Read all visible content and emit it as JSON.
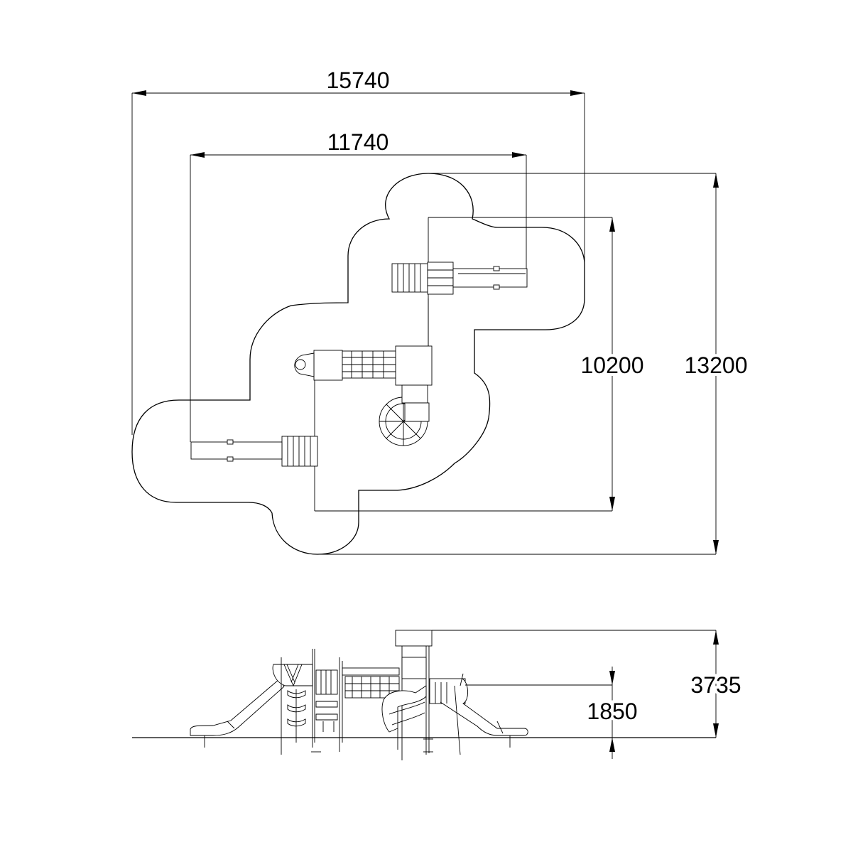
{
  "dimensions": {
    "plan_total_width": "15740",
    "plan_inner_width": "11740",
    "plan_inner_depth": "10200",
    "plan_total_depth": "13200",
    "elevation_total_height": "3735",
    "elevation_platform_height": "1850"
  }
}
